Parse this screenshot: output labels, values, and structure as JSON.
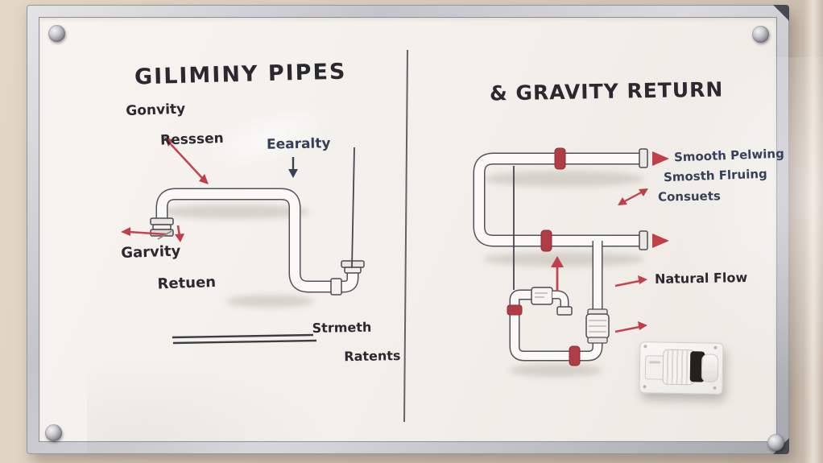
{
  "colors": {
    "marker_black": "#2b2930",
    "marker_blue": "#36405a",
    "marker_red": "#c4454e",
    "wall": "#dbcec0",
    "board": "#f4f1ec",
    "frame": "#c9c9cf"
  },
  "left_panel": {
    "title": "GILIMINY PIPES",
    "pressure_label": {
      "line1": "Gonvity",
      "line2": "Resssen"
    },
    "flow_label": "Eearalty",
    "return_label": {
      "line1": "Garvity",
      "line2": "Retuen"
    },
    "strength_label": {
      "line1": "Strmeth",
      "line2": "Ratents"
    }
  },
  "right_panel": {
    "title": "& GRAVITY RETURN",
    "label_smooth_1": "Smooth Pelwing",
    "label_smooth_2": "Smosth Flruing",
    "label_consuets": "Consuets",
    "label_natural_flow": "Natural Flow"
  }
}
